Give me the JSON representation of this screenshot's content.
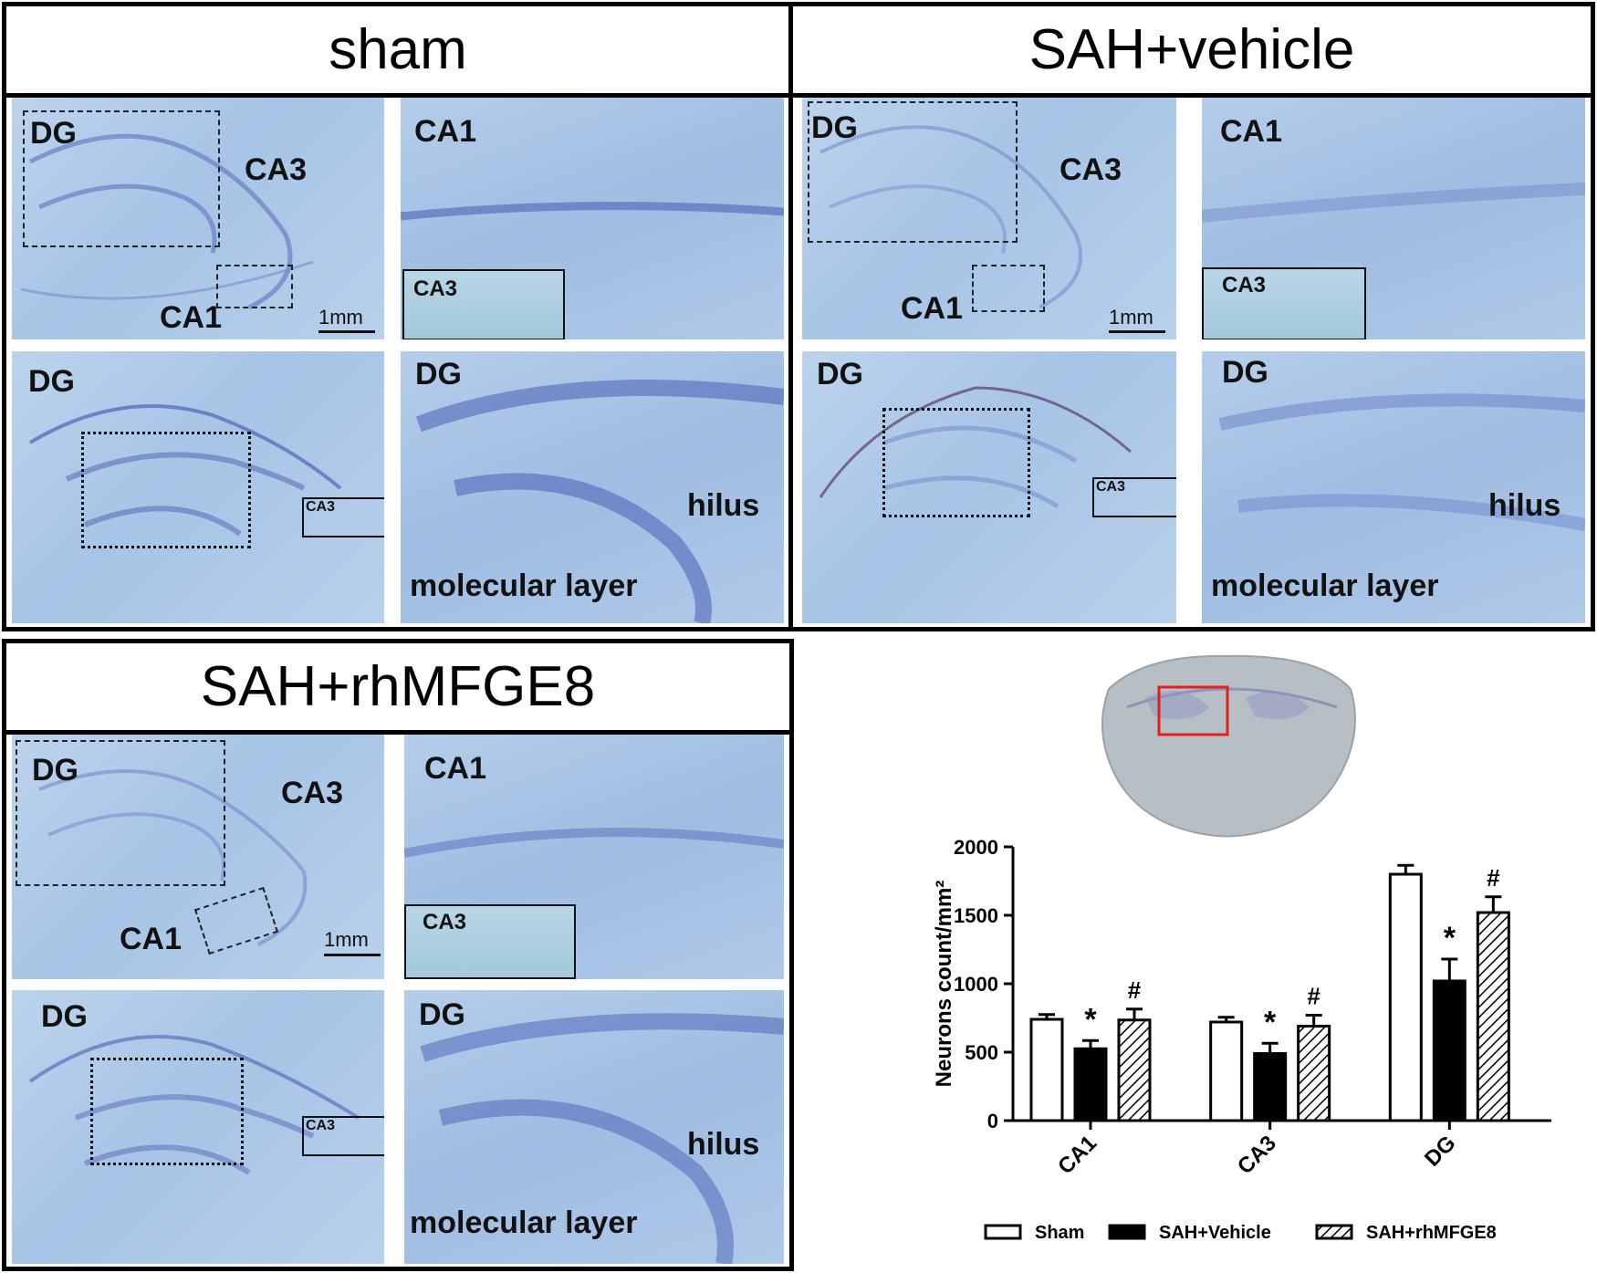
{
  "panels": {
    "sham": {
      "title": "sham",
      "labels": {
        "dg_top": "DG",
        "ca3": "CA3",
        "ca1": "CA1",
        "scale": "1mm",
        "zoom_ca1": "CA1",
        "inset_ca3": "CA3",
        "dg_bottom": "DG",
        "small_ca3": "CA3",
        "zoom_dg": "DG",
        "hilus": "hilus",
        "molecular": "molecular layer"
      }
    },
    "vehicle": {
      "title": "SAH+vehicle",
      "labels": {
        "dg_top": "DG",
        "ca3": "CA3",
        "ca1": "CA1",
        "scale": "1mm",
        "zoom_ca1": "CA1",
        "inset_ca3": "CA3",
        "dg_bottom": "DG",
        "small_ca3": "CA3",
        "zoom_dg": "DG",
        "hilus": "hilus",
        "molecular": "molecular layer"
      }
    },
    "rhmfge8": {
      "title": "SAH+rhMFGE8",
      "labels": {
        "dg_top": "DG",
        "ca3": "CA3",
        "ca1": "CA1",
        "scale": "1mm",
        "zoom_ca1": "CA1",
        "inset_ca3": "CA3",
        "dg_bottom": "DG",
        "small_ca3": "CA3",
        "zoom_dg": "DG",
        "hilus": "hilus",
        "molecular": "molecular layer"
      }
    }
  },
  "colors": {
    "stain": "#4a5fb5",
    "background": "#b3cbe8",
    "brain_box": "#e02020"
  },
  "chart_data": {
    "type": "bar",
    "title": "",
    "xlabel": "",
    "ylabel": "Neurons count/mm²",
    "ylim": [
      0,
      2000
    ],
    "yticks": [
      "0",
      "500",
      "1000",
      "1500",
      "2000"
    ],
    "categories": [
      "CA1",
      "CA3",
      "DG"
    ],
    "series": [
      {
        "name": "Sham",
        "values": [
          740,
          720,
          1800
        ],
        "errors": [
          35,
          35,
          65
        ],
        "fill": "white"
      },
      {
        "name": "SAH+Vehicle",
        "values": [
          525,
          490,
          1020
        ],
        "errors": [
          60,
          75,
          160
        ],
        "fill": "black"
      },
      {
        "name": "SAH+rhMFGE8",
        "values": [
          735,
          690,
          1520
        ],
        "errors": [
          80,
          80,
          115
        ],
        "fill": "hatch"
      }
    ],
    "annotations": [
      {
        "category": "CA1",
        "series": "SAH+Vehicle",
        "text": "*"
      },
      {
        "category": "CA1",
        "series": "SAH+rhMFGE8",
        "text": "#"
      },
      {
        "category": "CA3",
        "series": "SAH+Vehicle",
        "text": "*"
      },
      {
        "category": "CA3",
        "series": "SAH+rhMFGE8",
        "text": "#"
      },
      {
        "category": "DG",
        "series": "SAH+Vehicle",
        "text": "*"
      },
      {
        "category": "DG",
        "series": "SAH+rhMFGE8",
        "text": "#"
      }
    ],
    "legend": {
      "placement": "bottom",
      "items": [
        "Sham",
        "SAH+Vehicle",
        "SAH+rhMFGE8"
      ]
    }
  }
}
